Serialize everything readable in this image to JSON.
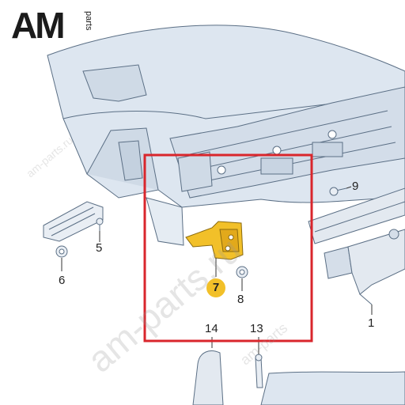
{
  "logo": {
    "main": "AM",
    "sub": "parts"
  },
  "watermarks": {
    "small": "am-parts.ru",
    "large": "am-parts.ru",
    "bottom": "am-parts"
  },
  "callouts": {
    "c1": "1",
    "c5": "5",
    "c6": "6",
    "c7": "7",
    "c8": "8",
    "c9": "9",
    "c13": "13",
    "c14": "14"
  },
  "colors": {
    "line": "#5b6f85",
    "body_fill": "#dde6f0",
    "highlight_part": "#f2c029",
    "frame": "#d9262c"
  }
}
